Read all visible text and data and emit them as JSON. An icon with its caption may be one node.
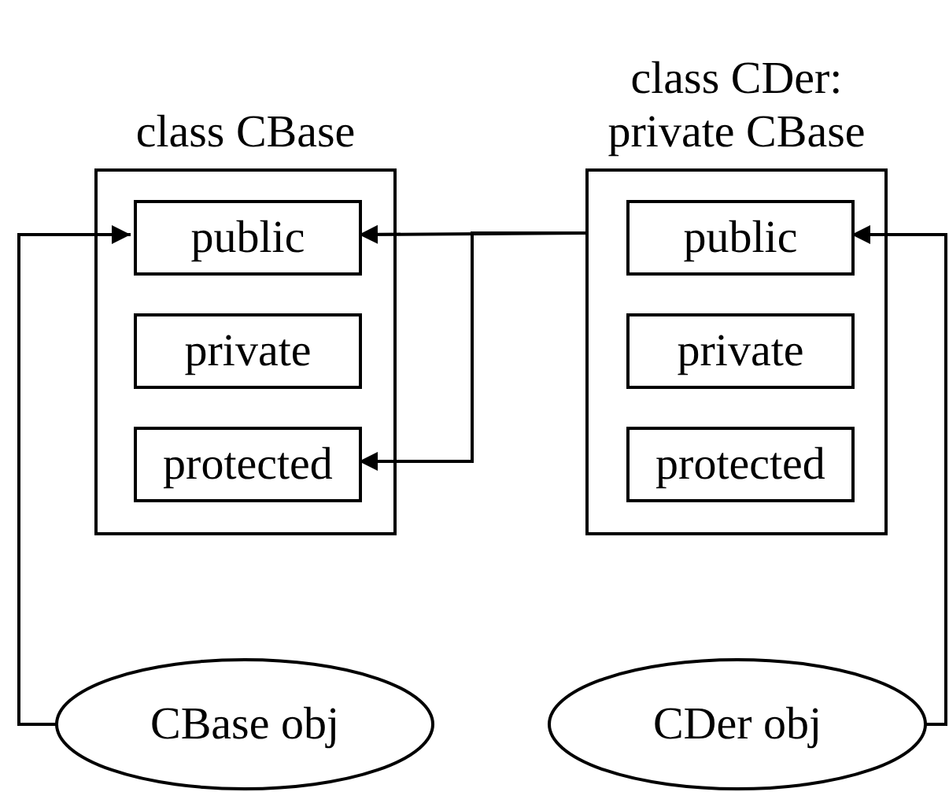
{
  "diagram": {
    "nodes": [
      {
        "text": [
          "class CBase"
        ]
      },
      {
        "text": [
          "public"
        ],
        "in": 0
      },
      {
        "text": [
          "private"
        ],
        "in": 0
      },
      {
        "text": [
          "protected"
        ],
        "in": 0
      },
      {
        "text": [
          "class CDer: private CBase"
        ]
      },
      {
        "text": [
          "public"
        ],
        "in": 4
      },
      {
        "text": [
          "private"
        ],
        "in": 4
      },
      {
        "text": [
          "protected"
        ],
        "in": 4
      },
      {
        "text": [
          "CBase obj"
        ]
      },
      {
        "text": [
          "CDer obj"
        ]
      }
    ],
    "edges": [
      {
        "from": 4,
        "to": 1,
        "arrow": "to"
      },
      {
        "from": 4,
        "to": 3,
        "arrow": "to"
      },
      {
        "from": 8,
        "to": 1,
        "arrow": "to"
      },
      {
        "from": 9,
        "to": 5,
        "arrow": "to"
      }
    ]
  }
}
